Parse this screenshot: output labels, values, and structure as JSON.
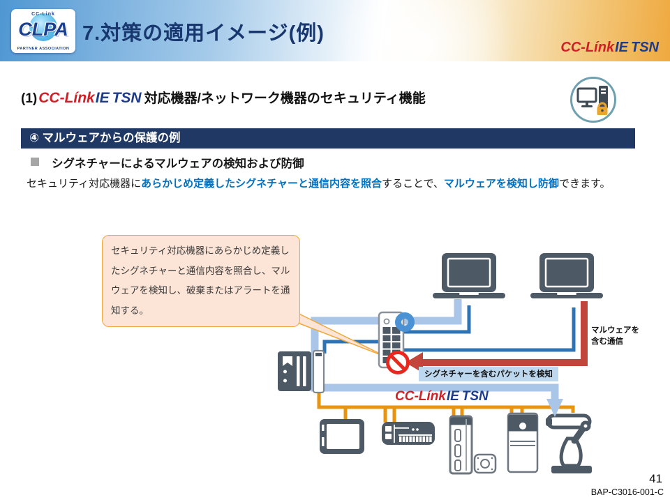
{
  "header": {
    "title": "7.対策の適用イメージ(例)",
    "clpa_logo": {
      "top": "CC-Link",
      "main": "CLPA",
      "bottom": "PARTNER ASSOCIATION"
    }
  },
  "brand": {
    "cclink": "CC-Línk",
    "ie": "IE",
    "tsn": "TSN"
  },
  "section": {
    "prefix": "(1)",
    "title": "対応機器/ネットワーク機器のセキュリティ機能"
  },
  "banner": {
    "label": "④ マルウェアからの保護の例"
  },
  "subheading": {
    "label": "シグネチャーによるマルウェアの検知および防御"
  },
  "description": {
    "part1": "セキュリティ対応機器に",
    "part2": "あらかじめ定義したシグネチャーと通信内容を照合",
    "part3": "することで、",
    "part4": "マルウェアを検知し防御",
    "part5": "できます。"
  },
  "diagram": {
    "callout_text": "セキュリティ対応機器にあらかじめ定義したシグネチャーと通信内容を照合し、マルウェアを検知し、破棄またはアラートを通知する。",
    "malware_label": "マルウェアを\n含む通信",
    "detect_label": "シグネチャーを含むパケットを検知"
  },
  "footer": {
    "page": "41",
    "doc": "BAP-C3016-001-C"
  },
  "colors": {
    "title_navy": "#17376e",
    "banner_bg": "#1f3864",
    "accent_blue": "#0070c0",
    "brand_red": "#d01f26",
    "brand_navy": "#1e3c8c",
    "line_blue": "#2e74b5",
    "line_pale_blue": "#a9c6e8",
    "line_orange": "#e8940e",
    "arrow_red": "#c1453a",
    "callout_bg": "#fce4d6",
    "callout_border": "#f0a83c",
    "device_gray": "#4d5a66",
    "label_bg": "#bdd7ee",
    "prohibit_red": "#e8281e"
  }
}
